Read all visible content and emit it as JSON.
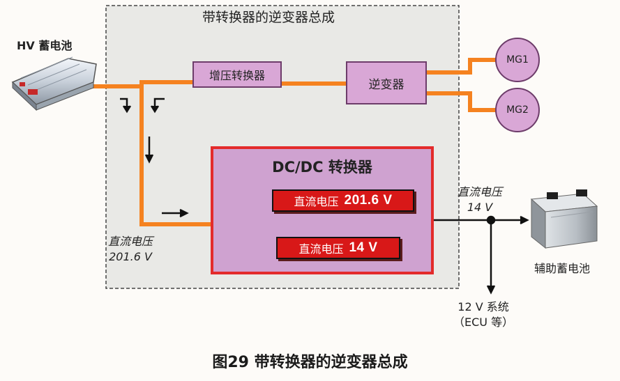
{
  "assembly_title": "带转换器的逆变器总成",
  "hv_battery_label": "HV 蓄电池",
  "boost_converter_label": "增压转换器",
  "inverter_label": "逆变器",
  "mg1_label": "MG1",
  "mg2_label": "MG2",
  "dcdc": {
    "title": "DC/DC 转换器",
    "input_prefix": "直流电压",
    "input_value": "201.6 V",
    "output_prefix": "直流电压",
    "output_value": "14 V"
  },
  "dc_input_label": {
    "line1": "直流电压",
    "line2": "201.6 V"
  },
  "dc_output_label": {
    "line1": "直流电压",
    "line2": "14 V"
  },
  "aux_battery_label": "辅助蓄电池",
  "system_12v": {
    "line1": "12 V 系统",
    "line2": "（ECU 等）"
  },
  "caption": "图29 带转换器的逆变器总成",
  "colors": {
    "wire": "#f58220",
    "component_fill": "#d9a7d6",
    "dcdc_fill": "#cfa2d0",
    "dcdc_border": "#e32b2b",
    "voltage_box": "#d81818"
  }
}
